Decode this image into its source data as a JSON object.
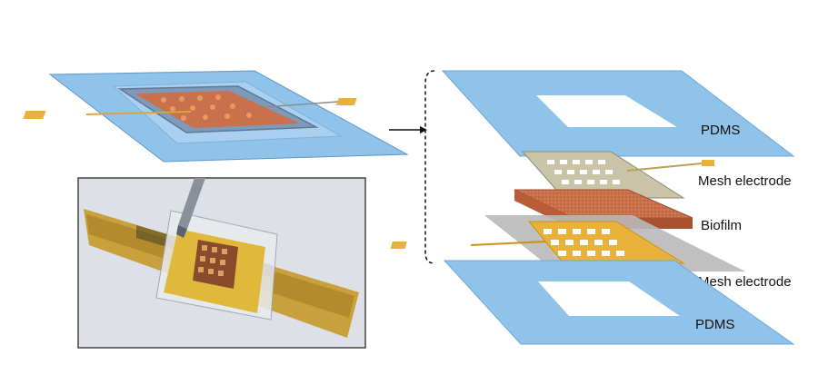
{
  "labels": {
    "top_pdms": "PDMS",
    "top_mesh": "Mesh electrode",
    "biofilm": "Biofilm",
    "bottom_mesh": "Mesh electrode",
    "bottom_pdms": "PDMS"
  },
  "colors": {
    "pdms": "#8fc3ea",
    "pdms_dark": "#6fa7d4",
    "gold": "#e8b13a",
    "mesh_gray": "#c9c3a8",
    "biofilm": "#c9714c",
    "gray_sheet": "#b9b9b9"
  },
  "icons": {
    "arrow": "arrow-right-icon",
    "bracket": "dashed-bracket-icon",
    "photo": "device-photo"
  }
}
